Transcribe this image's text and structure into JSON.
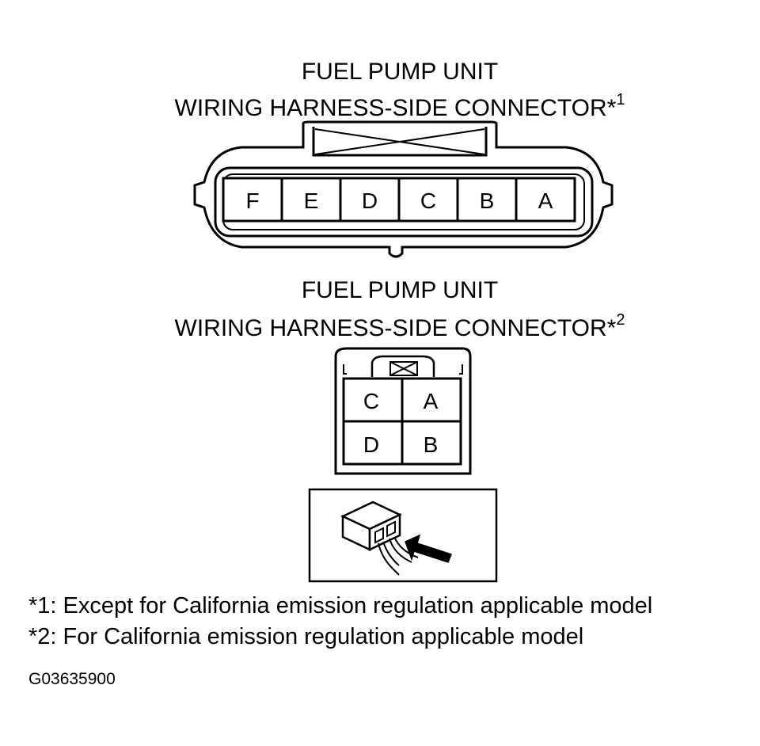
{
  "connector1": {
    "title_line1": "FUEL PUMP UNIT",
    "title_line2": "WIRING HARNESS-SIDE CONNECTOR*",
    "note_ref": "1",
    "pins": [
      "F",
      "E",
      "D",
      "C",
      "B",
      "A"
    ]
  },
  "connector2": {
    "title_line1": "FUEL PUMP UNIT",
    "title_line2": "WIRING HARNESS-SIDE CONNECTOR*",
    "note_ref": "2",
    "pins_top": [
      "C",
      "A"
    ],
    "pins_bottom": [
      "D",
      "B"
    ]
  },
  "notes": [
    "*1: Except for California emission regulation applicable model",
    "*2: For California emission regulation applicable model"
  ],
  "figure_id": "G03635900"
}
